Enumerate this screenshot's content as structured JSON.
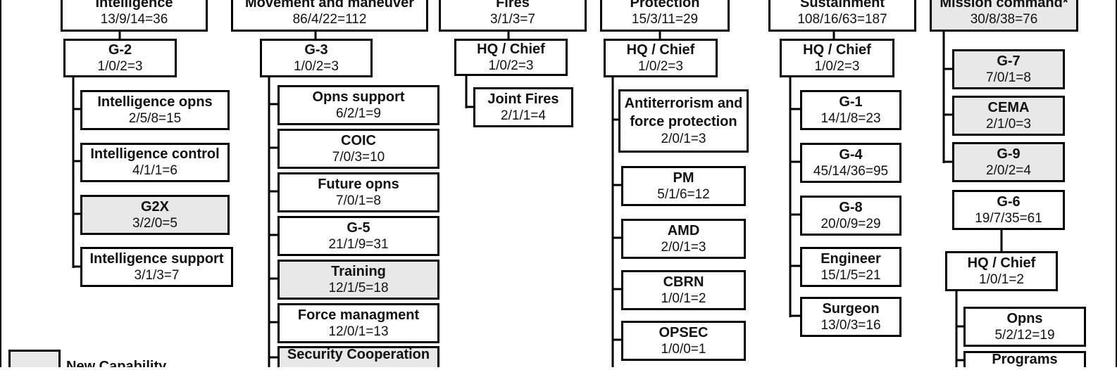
{
  "groups": [
    {
      "title": "Intelligence",
      "value": "13/9/14=36",
      "children": [
        {
          "title": "G-2",
          "value": "1/0/2=3"
        },
        {
          "title": "Intelligence opns",
          "value": "2/5/8=15"
        },
        {
          "title": "Intelligence control",
          "value": "4/1/1=6"
        },
        {
          "title": "G2X",
          "value": "3/2/0=5"
        },
        {
          "title": "Intelligence support",
          "value": "3/1/3=7"
        }
      ]
    },
    {
      "title": "Movement and maneuver",
      "value": "86/4/22=112",
      "children": [
        {
          "title": "G-3",
          "value": "1/0/2=3"
        },
        {
          "title": "Opns support",
          "value": "6/2/1=9"
        },
        {
          "title": "COIC",
          "value": "7/0/3=10"
        },
        {
          "title": "Future opns",
          "value": "7/0/1=8"
        },
        {
          "title": "G-5",
          "value": "21/1/9=31"
        },
        {
          "title": "Training",
          "value": "12/1/5=18"
        },
        {
          "title": "Force managment",
          "value": "12/0/1=13"
        },
        {
          "title": "Security Cooperation",
          "value": ""
        }
      ]
    },
    {
      "title": "Fires",
      "value": "3/1/3=7",
      "children": [
        {
          "title": "HQ / Chief",
          "value": "1/0/2=3"
        },
        {
          "title": "Joint Fires",
          "value": "2/1/1=4"
        }
      ]
    },
    {
      "title": "Protection",
      "value": "15/3/11=29",
      "children": [
        {
          "title": "HQ / Chief",
          "value": "1/0/2=3"
        },
        {
          "title": "Antiterrorism and force protection",
          "value": "2/0/1=3"
        },
        {
          "title": "PM",
          "value": "5/1/6=12"
        },
        {
          "title": "AMD",
          "value": "2/0/1=3"
        },
        {
          "title": "CBRN",
          "value": "1/0/1=2"
        },
        {
          "title": "OPSEC",
          "value": "1/0/0=1"
        }
      ]
    },
    {
      "title": "Sustainment",
      "value": "108/16/63=187",
      "children": [
        {
          "title": "HQ / Chief",
          "value": "1/0/2=3"
        },
        {
          "title": "G-1",
          "value": "14/1/8=23"
        },
        {
          "title": "G-4",
          "value": "45/14/36=95"
        },
        {
          "title": "G-8",
          "value": "20/0/9=29"
        },
        {
          "title": "Engineer",
          "value": "15/1/5=21"
        },
        {
          "title": "Surgeon",
          "value": "13/0/3=16"
        }
      ]
    },
    {
      "title": "Mission command*",
      "value": "30/8/38=76",
      "children": [
        {
          "title": "G-7",
          "value": "7/0/1=8"
        },
        {
          "title": "CEMA",
          "value": "2/1/0=3"
        },
        {
          "title": "G-9",
          "value": "2/0/2=4"
        },
        {
          "title": "G-6",
          "value": "19/7/35=61"
        },
        {
          "title": "HQ / Chief",
          "value": "1/0/1=2"
        },
        {
          "title": "Opns",
          "value": "5/2/12=19"
        },
        {
          "title": "Programs",
          "value": ""
        }
      ]
    }
  ],
  "legend": {
    "label": "New Capability"
  }
}
